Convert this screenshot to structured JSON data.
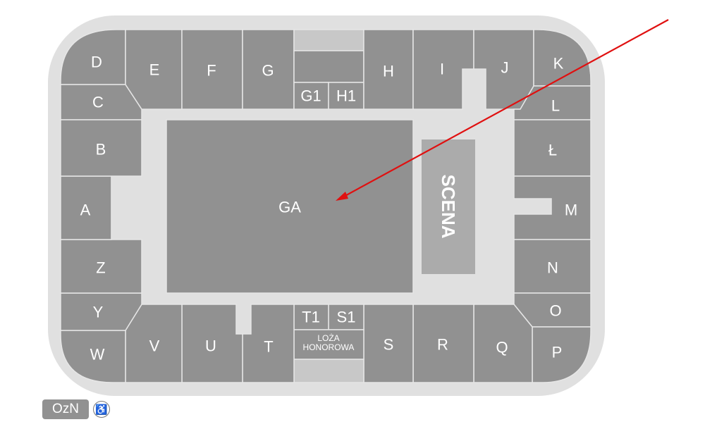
{
  "map": {
    "outer_bg": "#e0e0e0",
    "section_color": "#919191",
    "stage_color": "#ababab",
    "floor_label": "GA",
    "stage_label": "SCENA",
    "loza_line1": "LOŻA",
    "loza_line2": "HONOROWA",
    "sections": {
      "D": "D",
      "E": "E",
      "F": "F",
      "G": "G",
      "G1": "G1",
      "H1": "H1",
      "H": "H",
      "I": "I",
      "J": "J",
      "K": "K",
      "L": "L",
      "LL": "Ł",
      "M": "M",
      "N": "N",
      "O": "O",
      "P": "P",
      "Q": "Q",
      "R": "R",
      "S": "S",
      "S1": "S1",
      "T1": "T1",
      "T": "T",
      "U": "U",
      "V": "V",
      "W": "W",
      "Y": "Y",
      "Z": "Z",
      "A": "A",
      "B": "B",
      "C": "C"
    }
  },
  "annotation": {
    "arrow_color": "#e01010",
    "from": [
      948,
      28
    ],
    "to": [
      478,
      284
    ]
  },
  "legend": {
    "ozn_label": "OzN",
    "wheelchair_icon": "♿"
  }
}
